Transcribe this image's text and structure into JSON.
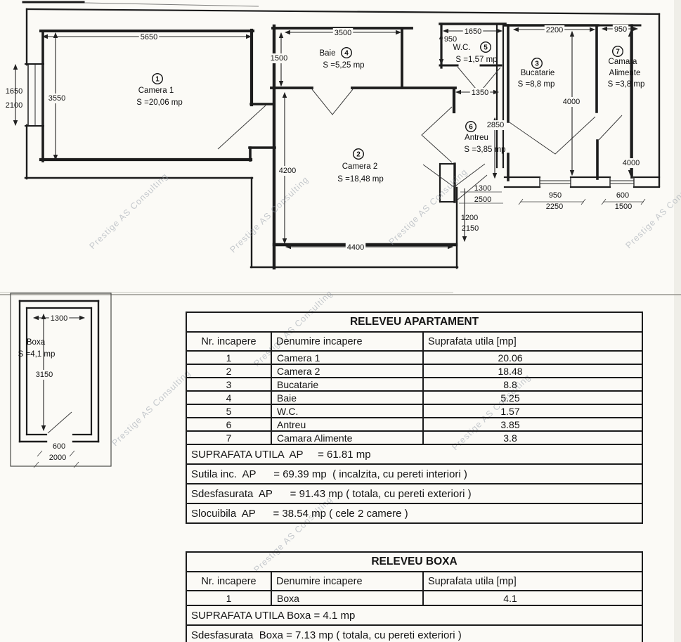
{
  "watermark": {
    "text": "Prestige AS Consulting"
  },
  "plan": {
    "rooms": {
      "camera1": {
        "num": "1",
        "name": "Camera 1",
        "area": "S =20,06 mp"
      },
      "camera2": {
        "num": "2",
        "name": "Camera 2",
        "area": "S =18,48 mp"
      },
      "bucatarie": {
        "num": "3",
        "name": "Bucatarie",
        "area": "S =8,8 mp"
      },
      "baie": {
        "num": "4",
        "name": "Baie",
        "area": "S =5,25 mp"
      },
      "wc": {
        "num": "5",
        "name": "W.C.",
        "area": "S =1,57 mp"
      },
      "antreu": {
        "num": "6",
        "name": "Antreu",
        "area": "S =3,85 mp"
      },
      "camara": {
        "num": "7",
        "name1": "Camara",
        "name2": "Alimente",
        "area": "S =3,8 mp"
      }
    },
    "dims": {
      "top_5650": "5650",
      "left_3550": "3550",
      "win_1650": "1650",
      "win_2100": "2100",
      "baie_3500": "3500",
      "baie_1500": "1500",
      "c2_4200": "4200",
      "c2_4400": "4400",
      "wc_1650": "1650",
      "wc_950": "950",
      "wc_1350": "1350",
      "antreu_2850": "2850",
      "buc_2200": "2200",
      "buc_4000": "4000",
      "cam_950": "950",
      "cam_4000": "4000",
      "r_1300": "1300",
      "r_2500": "2500",
      "r_1200": "1200",
      "r_2150": "2150",
      "bot_950": "950",
      "bot_2250": "2250",
      "bot_600": "600",
      "bot_1500": "1500"
    }
  },
  "boxa_plan": {
    "name": "Boxa",
    "area": "S =4,1 mp",
    "dims": {
      "top_1300": "1300",
      "left_3150": "3150",
      "bot_600": "600",
      "bot_2000": "2000"
    }
  },
  "apartment_table": {
    "title": "RELEVEU APARTAMENT",
    "headers": [
      "Nr. incapere",
      "Denumire incapere",
      "Suprafata utila [mp]"
    ],
    "rows": [
      [
        "1",
        "Camera 1",
        "20.06"
      ],
      [
        "2",
        "Camera 2",
        "18.48"
      ],
      [
        "3",
        "Bucatarie",
        "8.8"
      ],
      [
        "4",
        "Baie",
        "5.25"
      ],
      [
        "5",
        "W.C.",
        "1.57"
      ],
      [
        "6",
        "Antreu",
        "3.85"
      ],
      [
        "7",
        "Camara Alimente",
        "3.8"
      ]
    ],
    "summary": [
      "SUPRAFATA UTILA  AP     = 61.81 mp",
      "Sutila inc.  AP      = 69.39 mp  ( incalzita, cu pereti interiori )",
      "Sdesfasurata  AP      = 91.43 mp ( totala, cu pereti exteriori )",
      "Slocuibila  AP      = 38.54 mp ( cele 2 camere )"
    ]
  },
  "boxa_table": {
    "title": "RELEVEU BOXA",
    "headers": [
      "Nr. incapere",
      "Denumire incapere",
      "Suprafata utila [mp]"
    ],
    "rows": [
      [
        "1",
        "Boxa",
        "4.1"
      ]
    ],
    "summary": [
      "SUPRAFATA UTILA Boxa = 4.1 mp",
      "Sdesfasurata  Boxa = 7.13 mp ( totala, cu pereti exteriori )"
    ]
  }
}
